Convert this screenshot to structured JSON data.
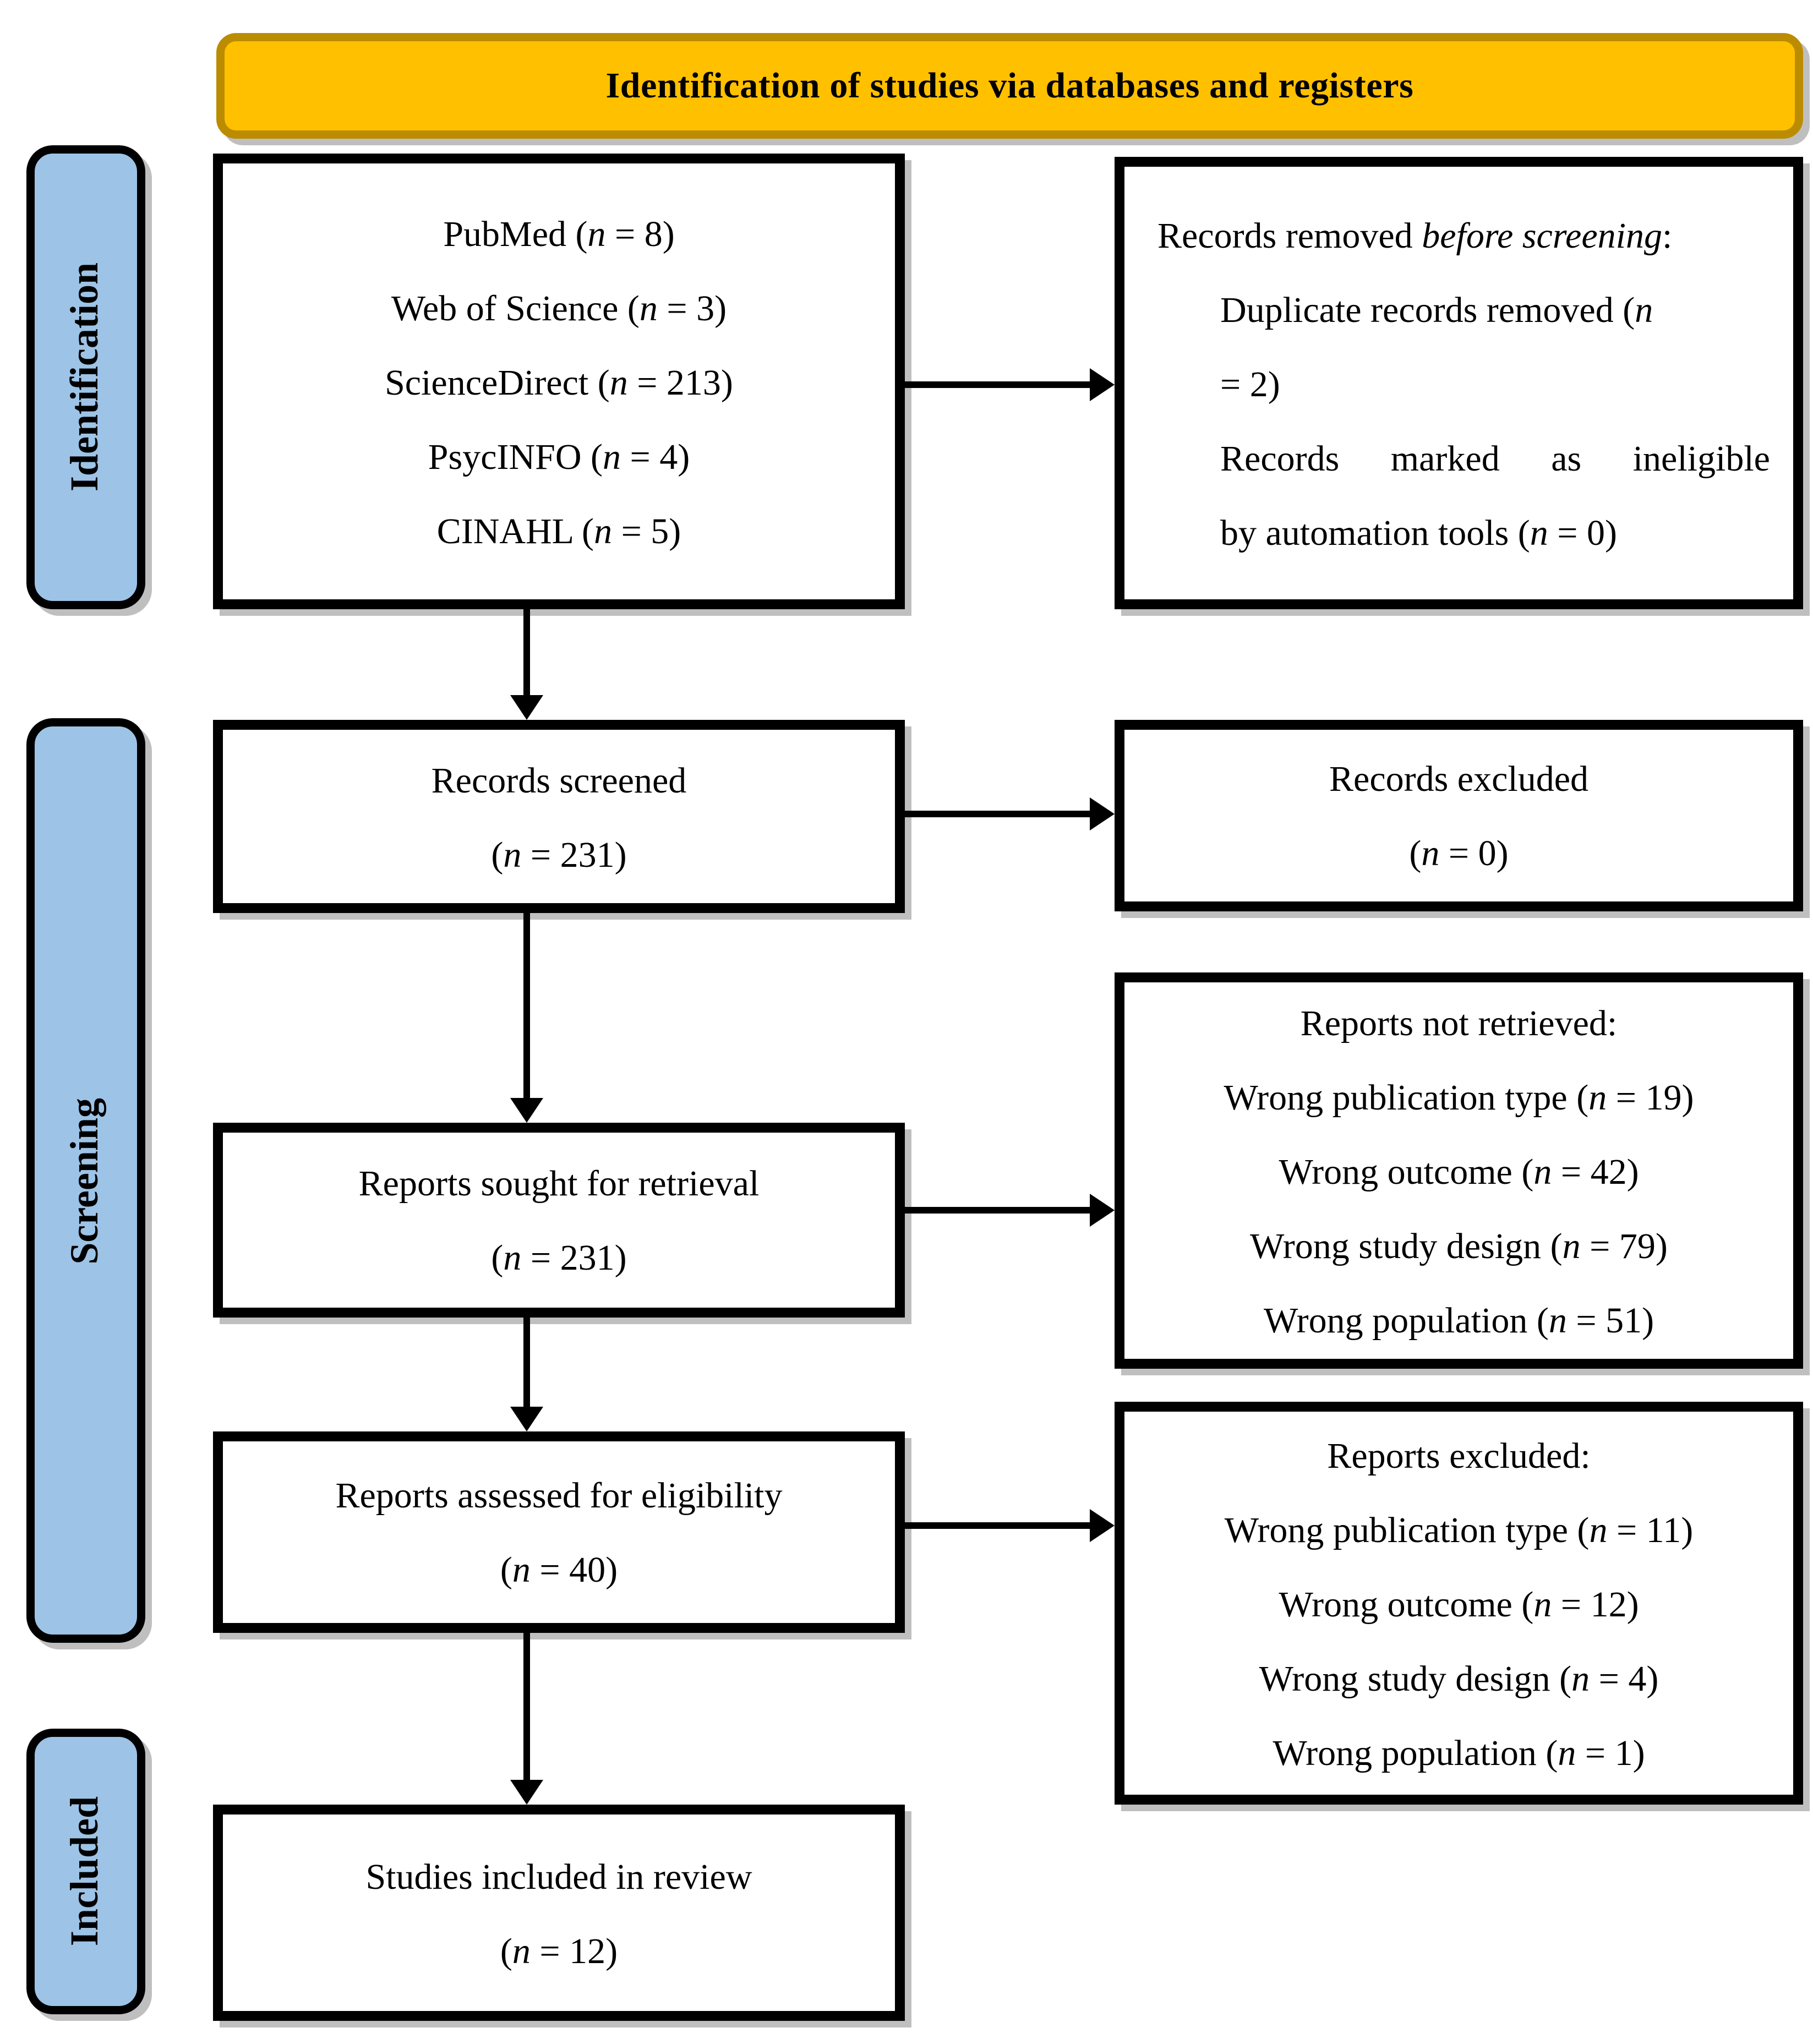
{
  "title": "Identification of studies via databases and registers",
  "side_labels": {
    "identification": "Identification",
    "screening": "Screening",
    "included": "Included"
  },
  "colors": {
    "banner_fill": "#FFC000",
    "banner_border": "#BC8C00",
    "stage_label_fill": "#9DC3E6",
    "box_border": "#000000",
    "text": "#000000"
  },
  "boxes": {
    "databases": {
      "lines": [
        "PubMed (*n* = 8)",
        "Web of Science (*n* = 3)",
        "ScienceDirect (*n* = 213)",
        "PsycINFO (*n* = 4)",
        "CINAHL (*n* = 5)"
      ]
    },
    "records_removed": {
      "lines": [
        "Records removed *before screening*:",
        "Duplicate records removed (*n*",
        "= 2)",
        "Records marked as ineligible",
        "by automation tools (*n* = 0)"
      ]
    },
    "records_screened": {
      "lines": [
        "Records screened",
        "(*n* = 231)"
      ]
    },
    "records_excluded": {
      "lines": [
        "Records excluded",
        "(*n* = 0)"
      ]
    },
    "reports_sought": {
      "lines": [
        "Reports sought for retrieval",
        "(*n* = 231)"
      ]
    },
    "reports_not_retrieved": {
      "lines": [
        "Reports not retrieved:",
        "Wrong publication type (*n* = 19)",
        "Wrong outcome (*n* = 42)",
        "Wrong study design (*n* = 79)",
        "Wrong population (*n* = 51)"
      ]
    },
    "reports_assessed": {
      "lines": [
        "Reports assessed for eligibility",
        "(*n* = 40)"
      ]
    },
    "reports_excluded": {
      "lines": [
        "Reports excluded:",
        "Wrong publication type (*n* = 11)",
        "Wrong outcome (*n* = 12)",
        "Wrong study design (*n* = 4)",
        "Wrong population (*n* = 1)"
      ]
    },
    "studies_included": {
      "lines": [
        "Studies included in review",
        "(*n* = 12)"
      ]
    }
  }
}
